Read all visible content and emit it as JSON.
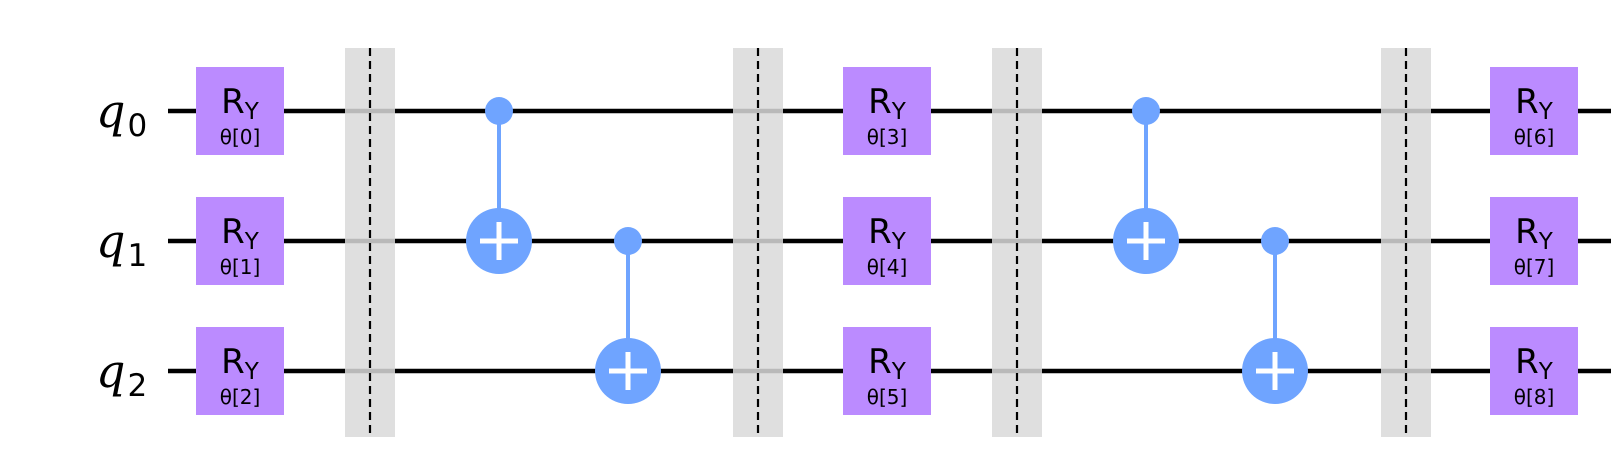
{
  "circuit": {
    "qubits": [
      {
        "name": "q",
        "index": "0"
      },
      {
        "name": "q",
        "index": "1"
      },
      {
        "name": "q",
        "index": "2"
      }
    ],
    "colors": {
      "rotation_gate": "#bb8bff",
      "cnot": "#6fa4ff",
      "barrier": "#d9d9d9",
      "wire": "#000000"
    },
    "barrier_count": 4,
    "gates": [
      {
        "type": "ry",
        "label": "R",
        "label_sub": "Y",
        "qubit": 0,
        "column": 0,
        "param": "θ[0]"
      },
      {
        "type": "ry",
        "label": "R",
        "label_sub": "Y",
        "qubit": 1,
        "column": 0,
        "param": "θ[1]"
      },
      {
        "type": "ry",
        "label": "R",
        "label_sub": "Y",
        "qubit": 2,
        "column": 0,
        "param": "θ[2]"
      },
      {
        "type": "cx",
        "control": 0,
        "target": 1,
        "column": 1
      },
      {
        "type": "cx",
        "control": 1,
        "target": 2,
        "column": 2
      },
      {
        "type": "ry",
        "label": "R",
        "label_sub": "Y",
        "qubit": 0,
        "column": 3,
        "param": "θ[3]"
      },
      {
        "type": "ry",
        "label": "R",
        "label_sub": "Y",
        "qubit": 1,
        "column": 3,
        "param": "θ[4]"
      },
      {
        "type": "ry",
        "label": "R",
        "label_sub": "Y",
        "qubit": 2,
        "column": 3,
        "param": "θ[5]"
      },
      {
        "type": "cx",
        "control": 0,
        "target": 1,
        "column": 4
      },
      {
        "type": "cx",
        "control": 1,
        "target": 2,
        "column": 5
      },
      {
        "type": "ry",
        "label": "R",
        "label_sub": "Y",
        "qubit": 0,
        "column": 6,
        "param": "θ[6]"
      },
      {
        "type": "ry",
        "label": "R",
        "label_sub": "Y",
        "qubit": 1,
        "column": 6,
        "param": "θ[7]"
      },
      {
        "type": "ry",
        "label": "R",
        "label_sub": "Y",
        "qubit": 2,
        "column": 6,
        "param": "θ[8]"
      }
    ]
  }
}
